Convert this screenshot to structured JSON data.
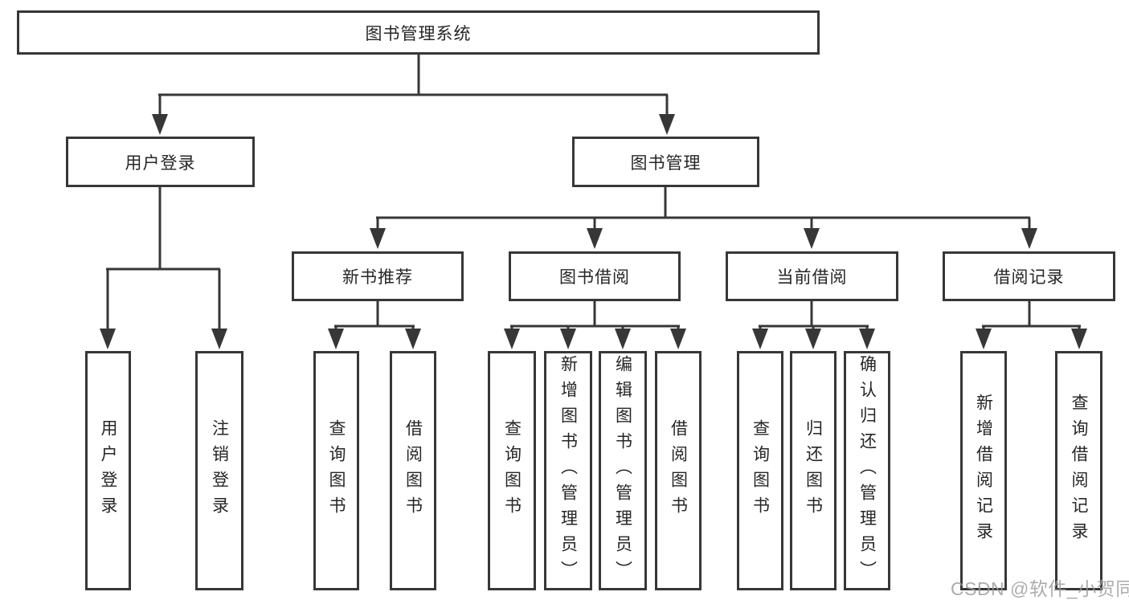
{
  "root": {
    "label": "图书管理系统"
  },
  "level2": [
    {
      "label": "用户登录"
    },
    {
      "label": "图书管理"
    }
  ],
  "user_login_leaves": [
    "用户登录",
    "注销登录"
  ],
  "modules": [
    {
      "label": "新书推荐",
      "leaves": [
        "查询图书",
        "借阅图书"
      ]
    },
    {
      "label": "图书借阅",
      "leaves": [
        "查询图书",
        "新增图书（管理员）",
        "编辑图书（管理员）",
        "借阅图书"
      ]
    },
    {
      "label": "当前借阅",
      "leaves": [
        "查询图书",
        "归还图书",
        "确认归还（管理员）"
      ]
    },
    {
      "label": "借阅记录",
      "leaves": [
        "新增借阅记录",
        "查询借阅记录"
      ]
    }
  ],
  "watermark": {
    "text": "CSDN @软件_小贺同学"
  },
  "colors": {
    "line": "#373737",
    "text": "#262626",
    "background": "#ffffff",
    "watermark": "#9b9b9b"
  }
}
